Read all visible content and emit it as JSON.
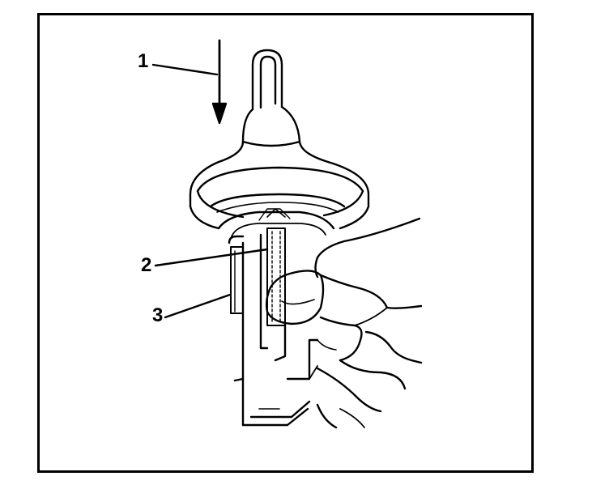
{
  "figure": {
    "callouts": [
      {
        "id": "1",
        "label": "1",
        "meaning": "press-direction-arrow"
      },
      {
        "id": "2",
        "label": "2",
        "meaning": "inner-tab"
      },
      {
        "id": "3",
        "label": "3",
        "meaning": "outer-terminal"
      }
    ]
  },
  "colors": {
    "ink": "#000000",
    "paper": "#ffffff"
  }
}
